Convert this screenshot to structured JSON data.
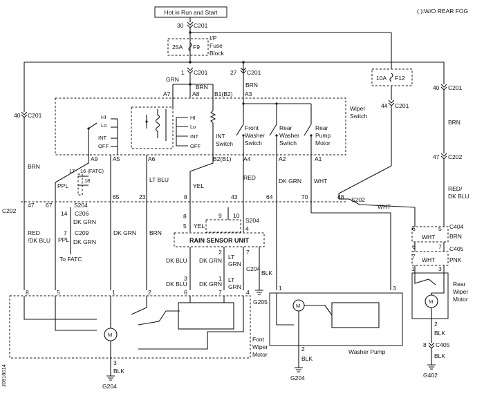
{
  "header": {
    "title": "Hot in Run and Start",
    "legend_note": "( ):W/O REAR FOG"
  },
  "fuse": {
    "f9": "F9",
    "f9_amp": "25A",
    "block_label": "I/P Fuse Block",
    "block_label_line1": "I/P",
    "block_label_line2": "Fuse",
    "block_label_line3": "Block",
    "f12": "F12",
    "f12_amp": "10A"
  },
  "connectors": {
    "c201": "C201",
    "c202": "C202",
    "c204": "C204",
    "c206": "C206",
    "c209": "C209",
    "c404": "C404",
    "c405": "C405",
    "s202": "S202",
    "s204": "S204",
    "pin_30": "30",
    "pin_1": "1",
    "pin_27": "27",
    "pin_40": "40",
    "pin_44": "44",
    "pin_47": "47",
    "pin_67": "67",
    "pin_14": "14",
    "pin_7": "7",
    "pin_65": "65",
    "pin_23": "23",
    "pin_8": "8",
    "pin_43": "43",
    "pin_64": "64",
    "pin_70": "70",
    "pin_48": "48",
    "pin_6": "6",
    "pin_5": "5",
    "pin_9": "9",
    "pin_10": "10",
    "pin_4": "4",
    "pin_2": "2",
    "pin_3": "3"
  },
  "switch": {
    "title": "Wiper Switch",
    "title_line1": "Wiper",
    "title_line2": "Switch",
    "pins_top": [
      "A7",
      "A8",
      "B1(B2)",
      "A3"
    ],
    "pins_bottom": [
      "A9",
      "A5",
      "A6",
      "B2(B1)",
      "A4",
      "A2",
      "A1"
    ],
    "pos_left": [
      "HI",
      "Lo",
      "INT",
      "OFF"
    ],
    "pos_right": [
      "HI",
      "Lo",
      "INT",
      "OFF"
    ],
    "int_switch": "INT Switch",
    "int_switch_line1": "INT",
    "int_switch_line2": "Switch",
    "front_washer": [
      "Front",
      "Washer",
      "Switch"
    ],
    "rear_washer": [
      "Rear",
      "Washer",
      "Switch"
    ],
    "rear_pump": [
      "Rear",
      "Pump",
      "Motor"
    ]
  },
  "wires": {
    "grn": "GRN",
    "brn": "BRN",
    "ppl": "PPL",
    "yel": "YEL",
    "red": "RED",
    "dk_grn": "DK GRN",
    "wht": "WHT",
    "lt_blu": "LT BLU",
    "red_dk_blu": "RED/DK BLU",
    "red_dk_blu_l1": "RED/",
    "red_dk_blu_l2": "DK BLU",
    "red_dk_blu_left_l1": "RED",
    "red_dk_blu_left_l2": "/DK BLU",
    "dk_blu": "DK BLU",
    "lt_grn": "LT GRN",
    "lt_grn_l1": "LT",
    "lt_grn_l2": "GRN",
    "blk": "BLK",
    "pnk": "PNK",
    "fatc": "16 (FATC)",
    "pin_17": "17",
    "pin_18": "18",
    "to_fatc": "To FATC"
  },
  "components": {
    "rain_sensor": "RAIN SENSOR UNIT",
    "front_wiper_motor": [
      "Font",
      "Wiper",
      "Motor"
    ],
    "washer_pump": "Washer Pump",
    "rear_wiper_motor": [
      "Rear",
      "Wiper",
      "Motor"
    ]
  },
  "grounds": {
    "g204_left": "G204",
    "g204_mid": "G204",
    "g205": "G205",
    "g402": "G402"
  },
  "side_code": "J0818014"
}
